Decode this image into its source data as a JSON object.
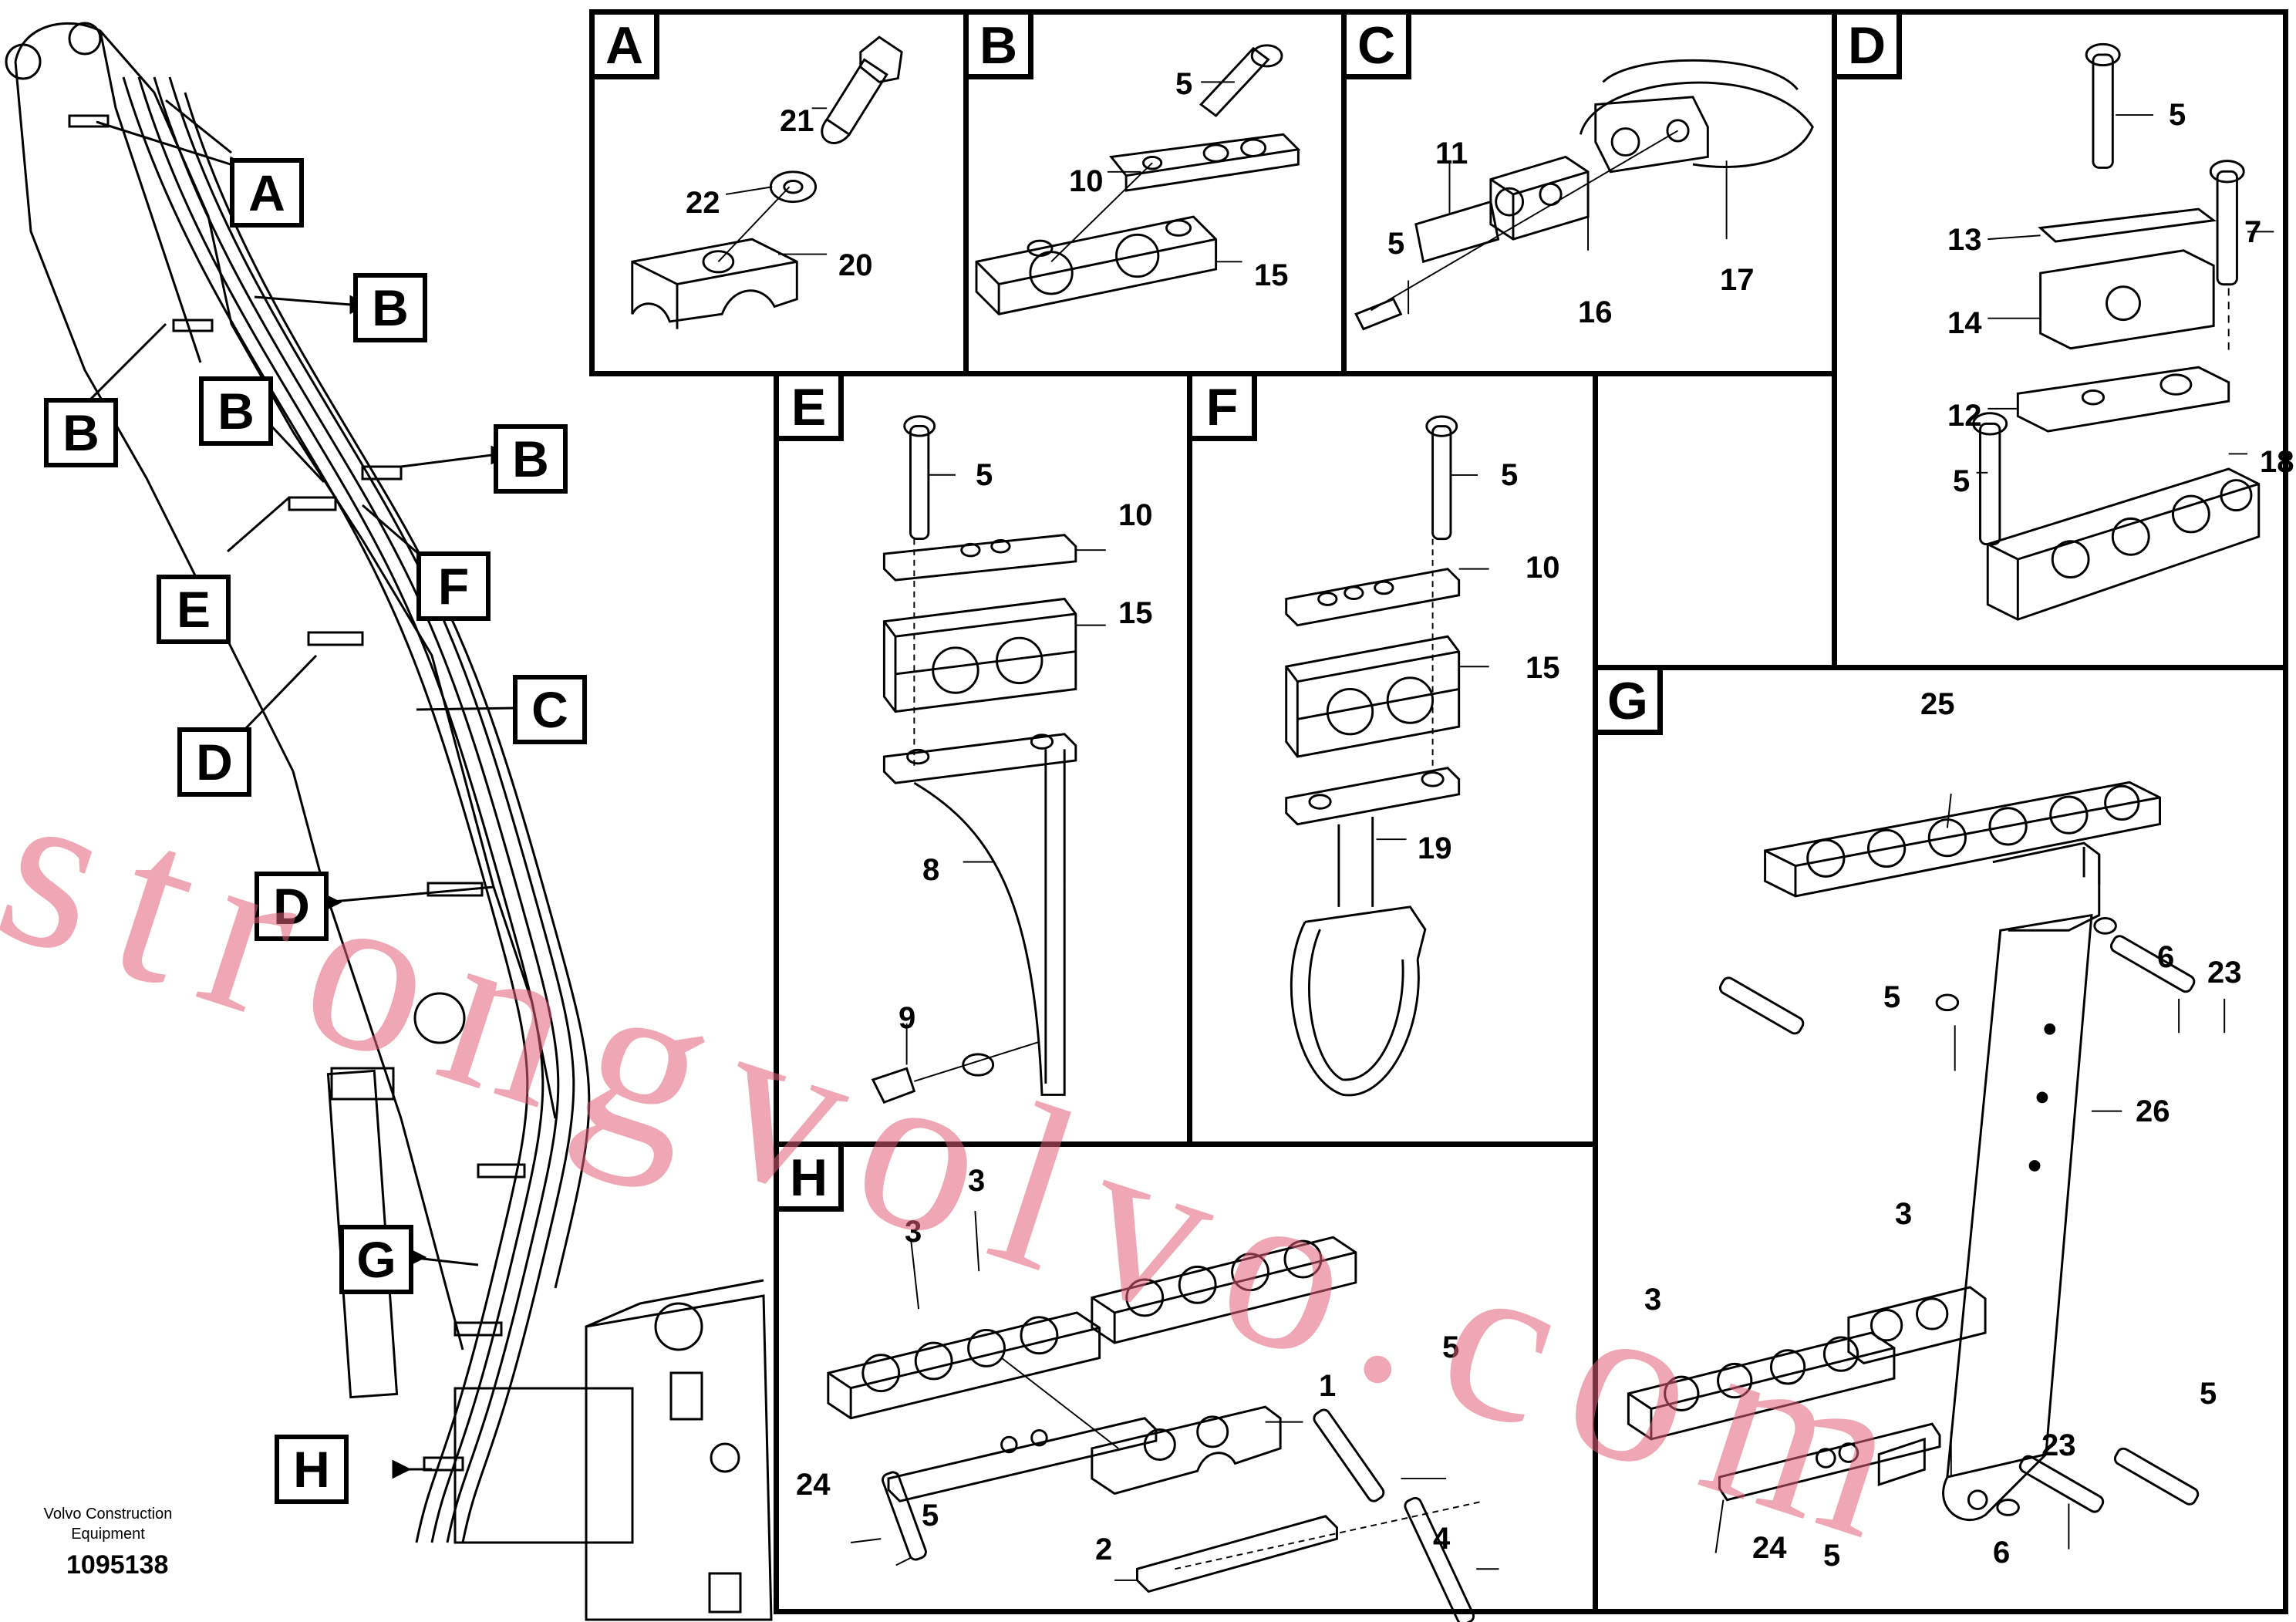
{
  "panels": {
    "A": {
      "label": "A",
      "callouts": [
        "21",
        "22",
        "20"
      ]
    },
    "B": {
      "label": "B",
      "callouts": [
        "5",
        "10",
        "15"
      ]
    },
    "C": {
      "label": "C",
      "callouts": [
        "11",
        "5",
        "16",
        "17"
      ]
    },
    "D": {
      "label": "D",
      "callouts": [
        "5",
        "13",
        "7",
        "14",
        "12",
        "5",
        "18"
      ]
    },
    "E": {
      "label": "E",
      "callouts": [
        "5",
        "10",
        "15",
        "8",
        "9"
      ]
    },
    "F": {
      "label": "F",
      "callouts": [
        "5",
        "10",
        "15",
        "19"
      ]
    },
    "G": {
      "label": "G",
      "callouts": [
        "25",
        "5",
        "6",
        "23",
        "26",
        "3",
        "3",
        "5",
        "24",
        "5",
        "6",
        "23"
      ]
    },
    "H": {
      "label": "H",
      "callouts": [
        "3",
        "3",
        "5",
        "1",
        "24",
        "5",
        "2",
        "4"
      ]
    }
  },
  "overview_labels": [
    "A",
    "B",
    "B",
    "B",
    "B",
    "E",
    "F",
    "C",
    "D",
    "D",
    "G",
    "H"
  ],
  "credit": {
    "line1": "Volvo Construction",
    "line2": "Equipment"
  },
  "doc_number": "1095138",
  "watermark": "strongvolvo.com",
  "colors": {
    "ink": "#000000",
    "watermark": "#e15f78"
  }
}
